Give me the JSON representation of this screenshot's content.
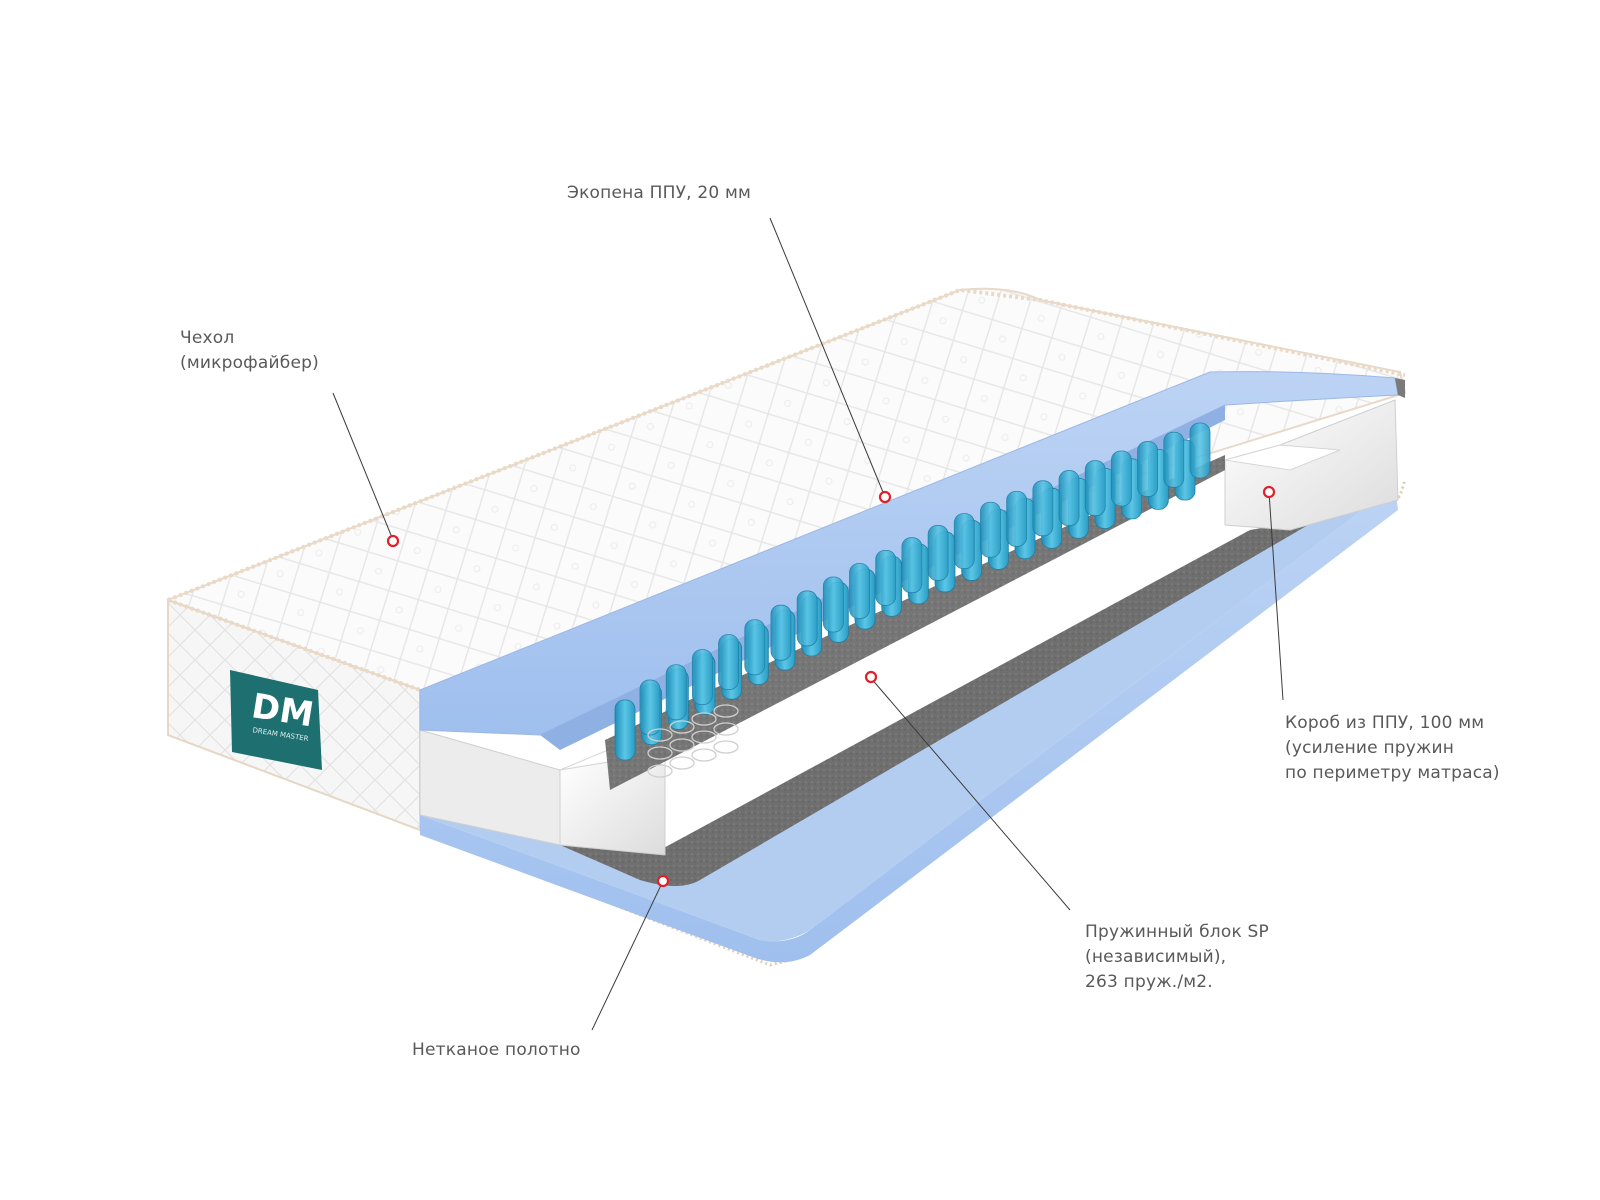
{
  "brand": {
    "logo_text": "DM",
    "logo_subtext": "DREAM MASTER",
    "color": "#1e6f70"
  },
  "colors": {
    "foam_blue": "#a9c6ef",
    "spring_blue": "#3fb3d8",
    "felt_gray": "#6e6e6e",
    "marker_red": "#e0202a"
  },
  "callouts": [
    {
      "id": "cover",
      "lines": [
        "Чехол",
        "(микрофайбер)"
      ]
    },
    {
      "id": "ecofoam",
      "lines": [
        "Экопена ППУ, 20 мм"
      ]
    },
    {
      "id": "foam-box",
      "lines": [
        "Короб из ППУ, 100 мм",
        "(усиление пружин",
        "по периметру матраса)"
      ]
    },
    {
      "id": "spring-block",
      "lines": [
        "Пружинный блок SP",
        "(независимый),",
        "263 пруж./м2."
      ]
    },
    {
      "id": "nonwoven",
      "lines": [
        "Нетканое полотно"
      ]
    }
  ]
}
